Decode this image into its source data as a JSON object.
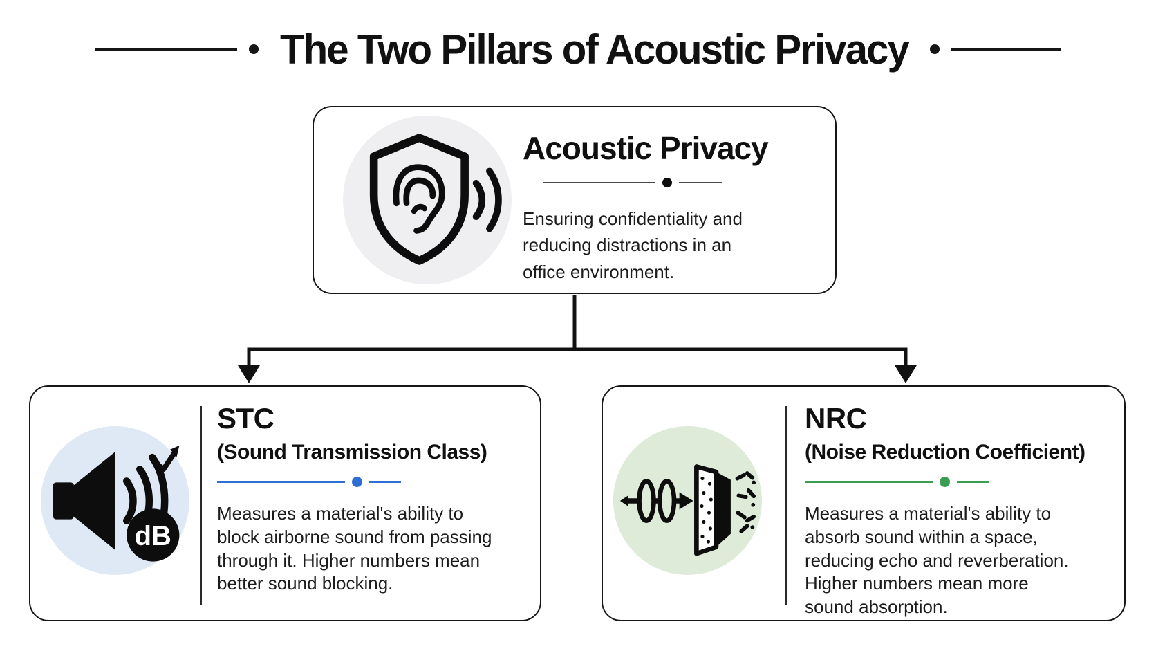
{
  "header": {
    "title": "The Two Pillars of Acoustic Privacy"
  },
  "root_card": {
    "title": "Acoustic Privacy",
    "description": "Ensuring confidentiality and\nreducing distractions in an\noffice environment.",
    "icon": "shield-ear-icon",
    "icon_bg": "#efeff1"
  },
  "pillars": [
    {
      "id": "stc",
      "abbr": "STC",
      "full_name": "(Sound Transmission Class)",
      "description": "Measures a material's ability to\nblock airborne sound from passing\nthrough it. Higher numbers mean\nbetter sound blocking.",
      "icon": "speaker-db-icon",
      "icon_badge": "dB",
      "accent_color": "#2e6fd6",
      "icon_bg": "#dfe9f5"
    },
    {
      "id": "nrc",
      "abbr": "NRC",
      "full_name": "(Noise Reduction Coefficient)",
      "description": "Measures a material's ability to\nabsorb sound within a space,\nreducing echo and reverberation.\nHigher numbers mean more\nsound absorption.",
      "icon": "sound-absorption-panel-icon",
      "accent_color": "#3a9e52",
      "icon_bg": "#deebd9"
    }
  ],
  "colors": {
    "ink": "#161616",
    "connector": "#111111",
    "card_border": "#161616"
  }
}
